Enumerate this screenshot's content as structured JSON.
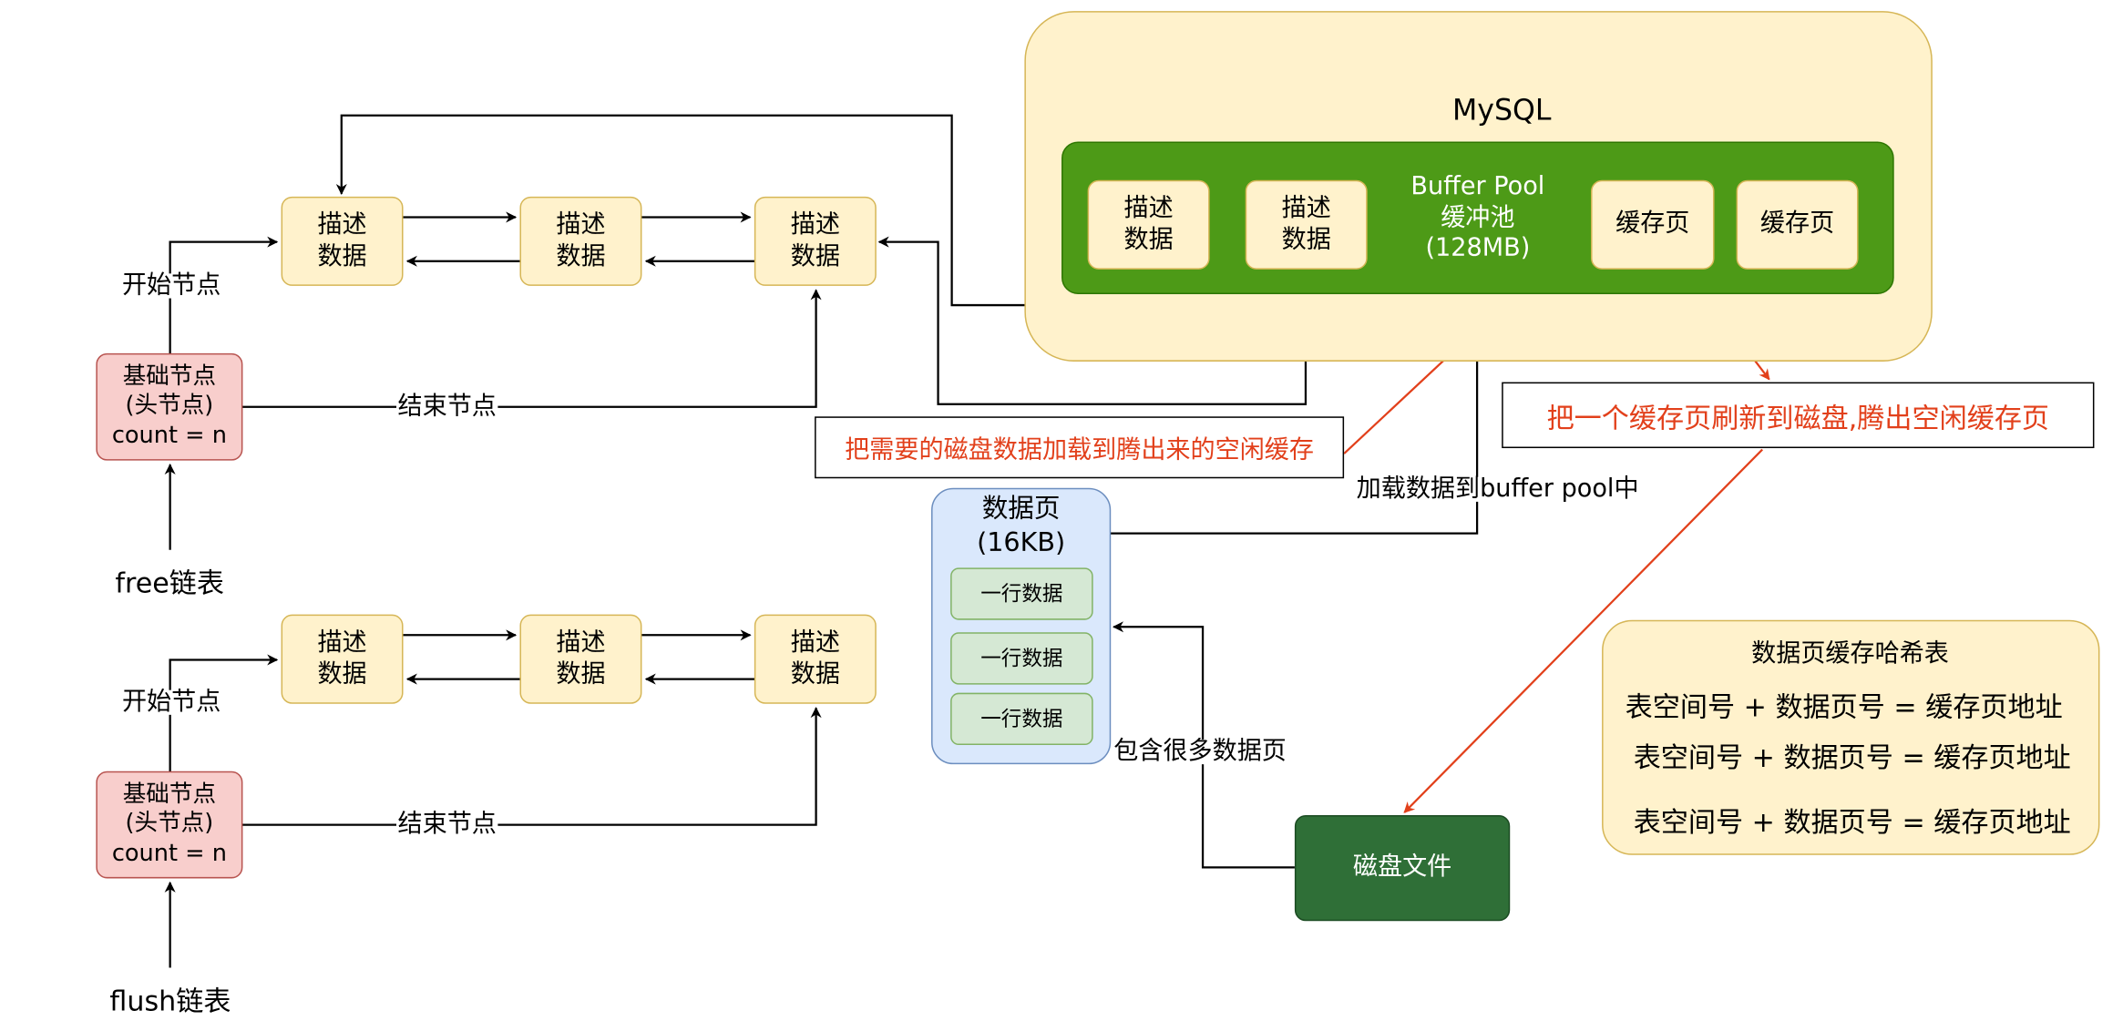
{
  "descriptor_label": "描述\n数据",
  "base_node_label": "基础节点\n(头节点)\ncount = n",
  "start_node_label": "开始节点",
  "end_node_label": "结束节点",
  "free_list_label": "free链表",
  "flush_list_label": "flush链表",
  "mysql_label": "MySQL",
  "buffer_pool_label": "Buffer Pool\n缓冲池\n(128MB)",
  "cache_page_label": "缓存页",
  "data_page_label": "数据页\n(16KB)",
  "row_label": "一行数据",
  "disk_file_label": "磁盘文件",
  "load_disk_note": "把需要的磁盘数据加载到腾出来的空闲缓存",
  "flush_note": "把一个缓存页刷新到磁盘,腾出空闲缓存页",
  "load_to_pool_label": "加载数据到buffer pool中",
  "contains_pages_label": "包含很多数据页",
  "hash_table": {
    "title": "数据页缓存哈希表",
    "rows": [
      "表空间号 + 数据页号 = 缓存页地址",
      "表空间号 + 数据页号 = 缓存页地址",
      "表空间号 + 数据页号 = 缓存页地址"
    ]
  },
  "colors": {
    "edge": "#000000",
    "highlight_edge": "#e2401b",
    "note_text": "#e2401b"
  }
}
